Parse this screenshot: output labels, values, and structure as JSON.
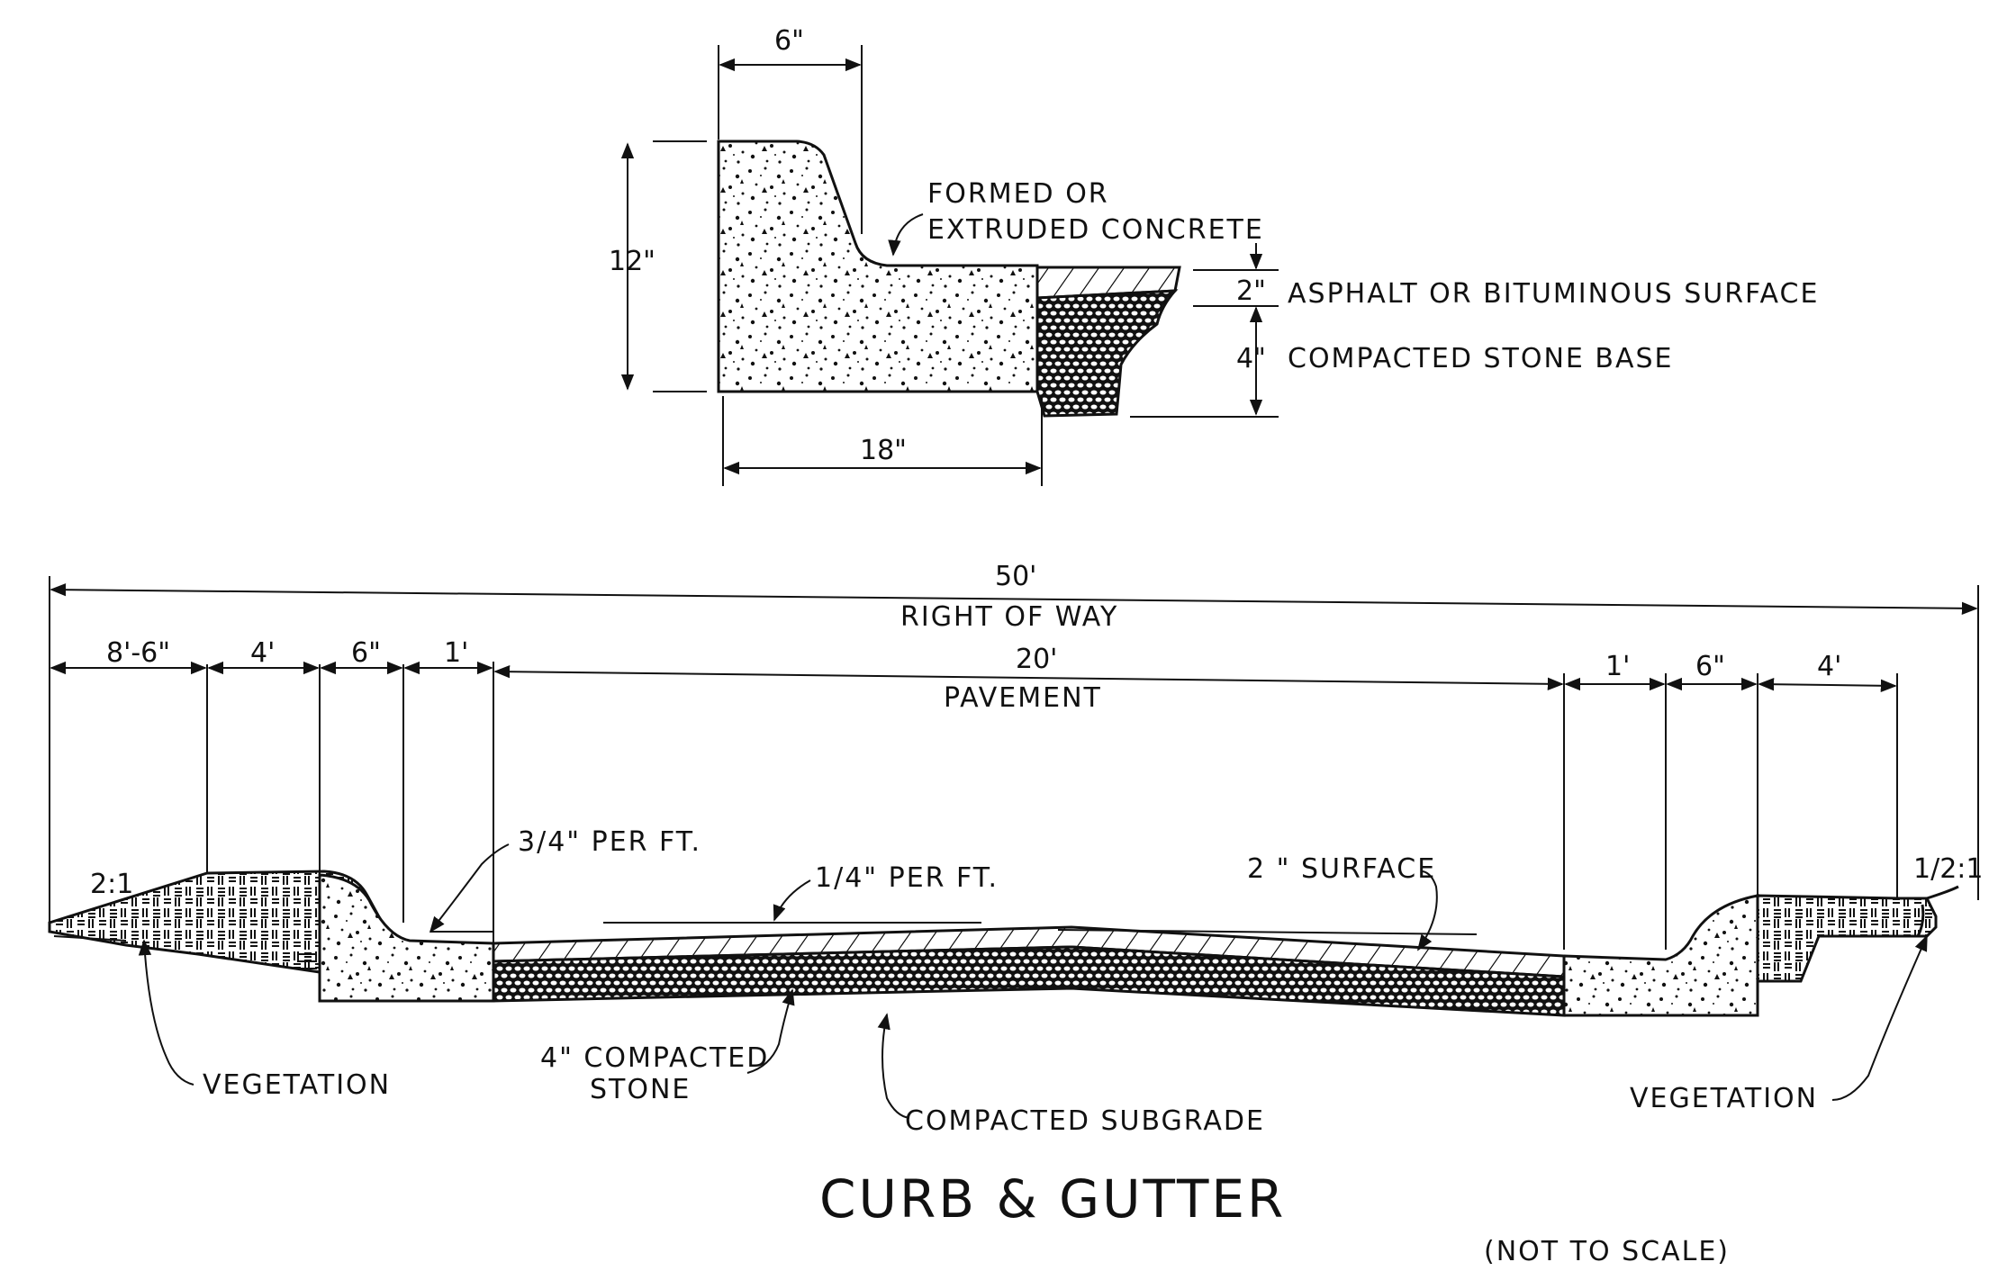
{
  "detail": {
    "dim_width": "6\"",
    "dim_height": "12\"",
    "dim_base": "18\"",
    "dim_surface": "2\"",
    "dim_stone": "4\"",
    "label_concrete_line1": "FORMED OR",
    "label_concrete_line2": "EXTRUDED CONCRETE",
    "label_surface": "ASPHALT OR BITUMINOUS SURFACE",
    "label_base": "COMPACTED STONE BASE"
  },
  "section": {
    "dim_row": "50'",
    "label_row": "RIGHT OF WAY",
    "dim_left_verge": "8'-6\"",
    "dim_left_walk": "4'",
    "dim_left_curb": "6\"",
    "dim_left_gutter": "1'",
    "dim_pavement": "20'",
    "label_pavement": "PAVEMENT",
    "dim_right_gutter": "1'",
    "dim_right_curb": "6\"",
    "dim_right_walk": "4'",
    "slope_left": "2:1",
    "slope_right": "1/2:1",
    "label_gutter_slope": "3/4\" PER FT.",
    "label_crown_slope": "1/4\" PER FT.",
    "label_surface": "2 \" SURFACE",
    "label_stone_line1": "4\" COMPACTED",
    "label_stone_line2": "STONE",
    "label_subgrade": "COMPACTED SUBGRADE",
    "label_veg_left": "VEGETATION",
    "label_veg_right": "VEGETATION"
  },
  "title": "CURB & GUTTER",
  "note": "(NOT TO SCALE)"
}
